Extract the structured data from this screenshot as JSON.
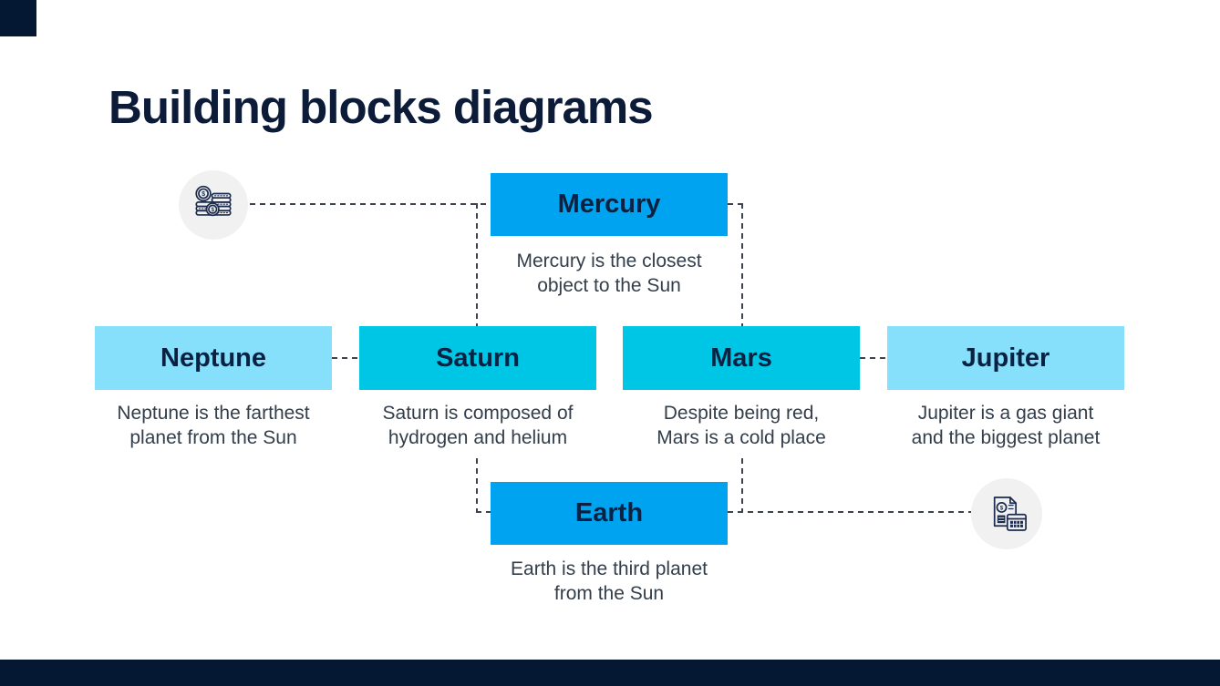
{
  "slide": {
    "title": "Building blocks diagrams"
  },
  "diagram": {
    "blocks": {
      "mercury": {
        "label": "Mercury",
        "caption_line1": "Mercury is the closest",
        "caption_line2": "object to the Sun",
        "fill": "#00a3ef"
      },
      "neptune": {
        "label": "Neptune",
        "caption_line1": "Neptune is the farthest",
        "caption_line2": "planet from the Sun",
        "fill": "#86dffb"
      },
      "saturn": {
        "label": "Saturn",
        "caption_line1": "Saturn is composed of",
        "caption_line2": "hydrogen and helium",
        "fill": "#00c6e6"
      },
      "mars": {
        "label": "Mars",
        "caption_line1": "Despite being red,",
        "caption_line2": "Mars is a cold place",
        "fill": "#00c6e6"
      },
      "jupiter": {
        "label": "Jupiter",
        "caption_line1": "Jupiter is a gas giant",
        "caption_line2": "and the biggest planet",
        "fill": "#86dffb"
      },
      "earth": {
        "label": "Earth",
        "caption_line1": "Earth is the third planet",
        "caption_line2": "from the Sun",
        "fill": "#00a3ef"
      }
    },
    "icons": {
      "left": "money-coins",
      "right": "invoice-calculator"
    }
  },
  "colors": {
    "accent_navy": "#041733",
    "block_bright_blue": "#00a3ef",
    "block_cyan": "#00c6e6",
    "block_light_blue": "#86dffb",
    "title_text": "#0c1c38",
    "label_text": "#0a2141",
    "caption_text": "#333e4b",
    "connector_dash": "#3d434c",
    "icon_circle_bg": "#f1f1f2",
    "icon_stroke": "#1c2c4f"
  }
}
